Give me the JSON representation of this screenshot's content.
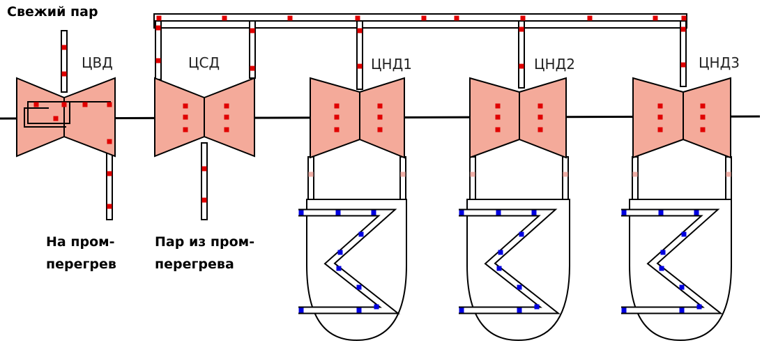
{
  "labels": {
    "fresh_steam": "Свежий пар",
    "hp": "ЦВД",
    "ip": "ЦСД",
    "lp1": "ЦНД1",
    "lp2": "ЦНД2",
    "lp3": "ЦНД3",
    "to_reheat_line1": "На пром-",
    "to_reheat_line2": "перегрев",
    "from_reheat_line1": "Пар из пром-",
    "from_reheat_line2": "перегрева"
  },
  "colors": {
    "casing": "#f4aa9a",
    "steam_dot": "#e00000",
    "exhaust_dot": "#f0b0a8",
    "water_dot": "#0000e0",
    "line": "#000000"
  }
}
